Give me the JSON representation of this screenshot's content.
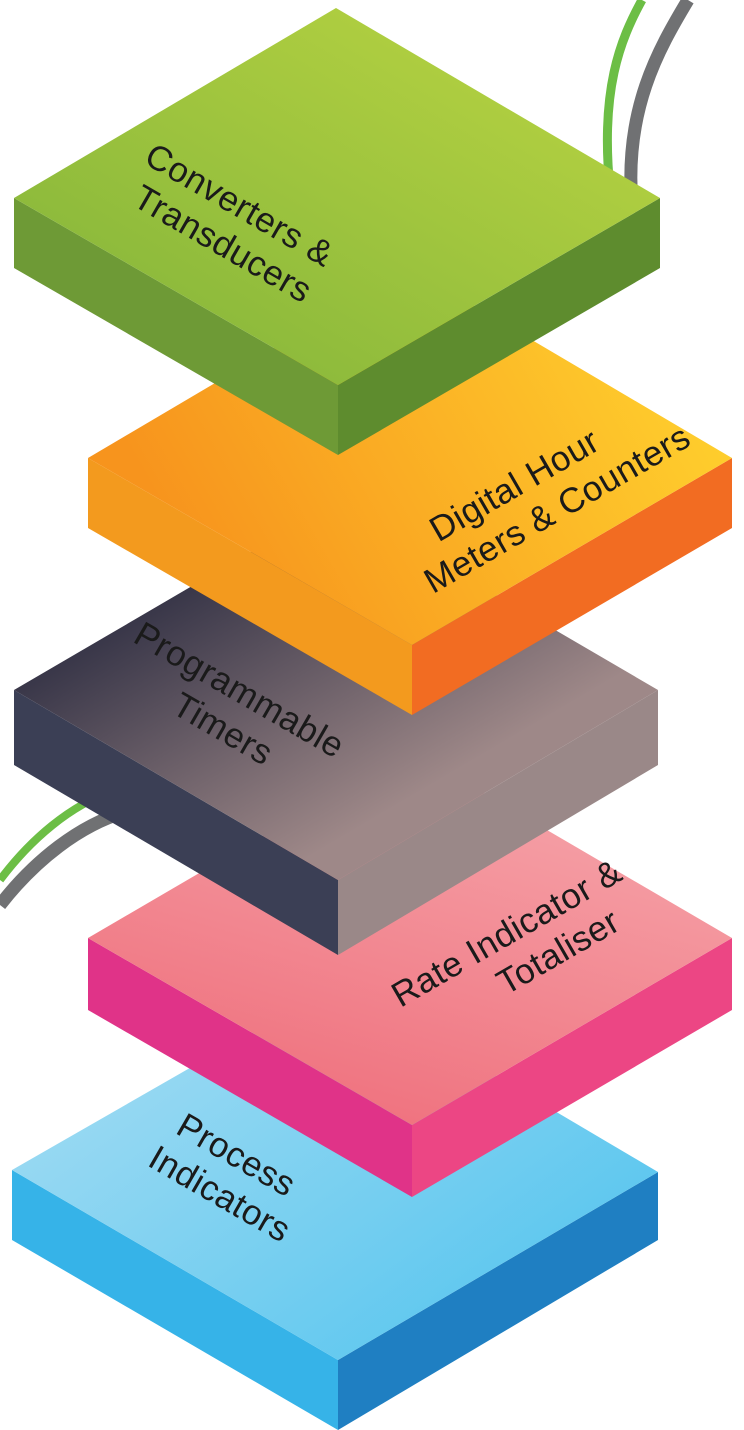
{
  "layers": [
    {
      "id": "converters",
      "lines": [
        "Converters &",
        "Transducers"
      ],
      "colors": {
        "top_light": "#BDD642",
        "top_dark": "#7FB23A",
        "left_face": "#6E9A36",
        "right_face": "#5E8C2E",
        "text": "#1a1a1a"
      }
    },
    {
      "id": "hour-meters",
      "lines": [
        "Digital Hour",
        "Meters & Counters"
      ],
      "colors": {
        "top_light": "#FFD22E",
        "top_dark": "#F7941D",
        "left_face": "#F39A1E",
        "right_face": "#F26C22",
        "text": "#1a1a1a"
      }
    },
    {
      "id": "timers",
      "lines": [
        "Programmable",
        "Timers"
      ],
      "colors": {
        "top_light": "#9E8888",
        "top_dark": "#2E2E42",
        "left_face": "#3B3F55",
        "right_face": "#9A8888",
        "text": "#1a1a1a"
      }
    },
    {
      "id": "rate-indicator",
      "lines": [
        "Rate Indicator &",
        "Totaliser"
      ],
      "colors": {
        "top_light": "#F6A8AD",
        "top_dark": "#EF6F7C",
        "left_face": "#E03388",
        "right_face": "#EC4684",
        "text": "#1a1a1a"
      }
    },
    {
      "id": "process-indicators",
      "lines": [
        "Process",
        "Indicators"
      ],
      "colors": {
        "top_light": "#A7DDF3",
        "top_dark": "#4FC3EE",
        "left_face": "#36B3E8",
        "right_face": "#1F7FC2",
        "text": "#1a1a1a"
      }
    }
  ],
  "ribbons": {
    "green": "#6CBE45",
    "gray": "#707173"
  }
}
